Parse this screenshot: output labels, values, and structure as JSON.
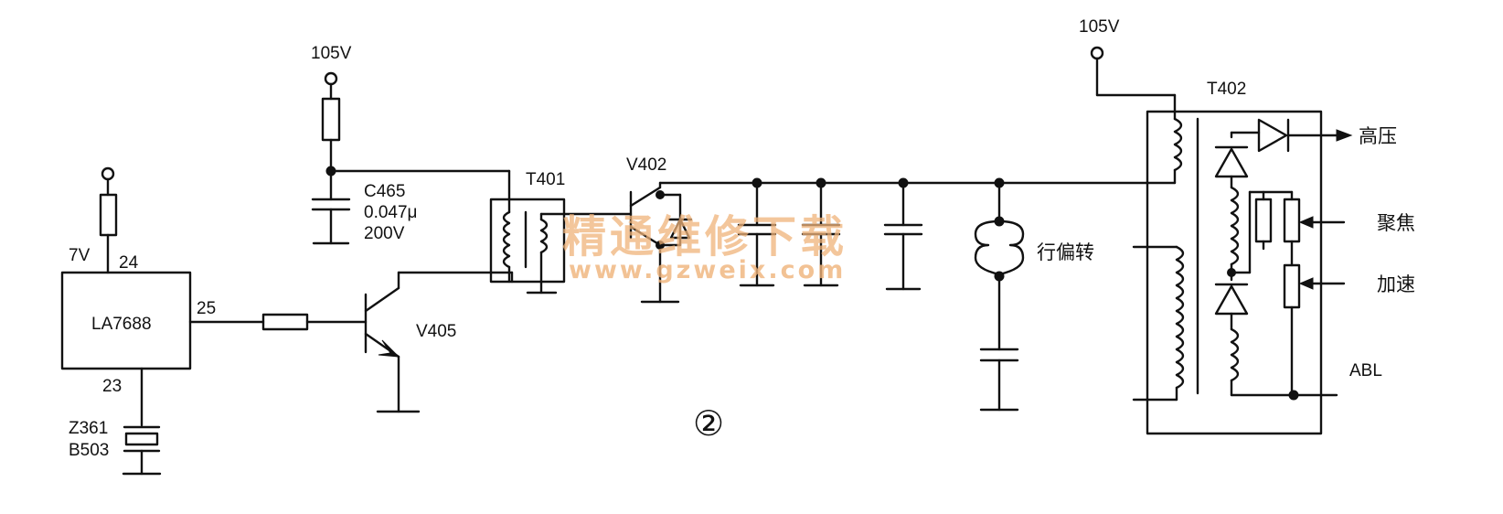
{
  "labels": {
    "ic_name": "LA7688",
    "ic_supply": "7V",
    "pin24": "24",
    "pin25": "25",
    "pin23": "23",
    "crystal_ref": "Z361",
    "crystal_part": "B503",
    "v405": "V405",
    "supply_left": "105V",
    "cap_ref": "C465",
    "cap_value": "0.047μ",
    "cap_voltage": "200V",
    "t401": "T401",
    "v402": "V402",
    "yoke": "行偏转",
    "supply_right": "105V",
    "t402": "T402",
    "high_voltage": "高压",
    "focus": "聚焦",
    "accel": "加速",
    "abl": "ABL",
    "figure_number": "②"
  },
  "watermark": {
    "text": "精通维修下载",
    "url": "www.gzweix.com",
    "color": "#f0b37a"
  }
}
